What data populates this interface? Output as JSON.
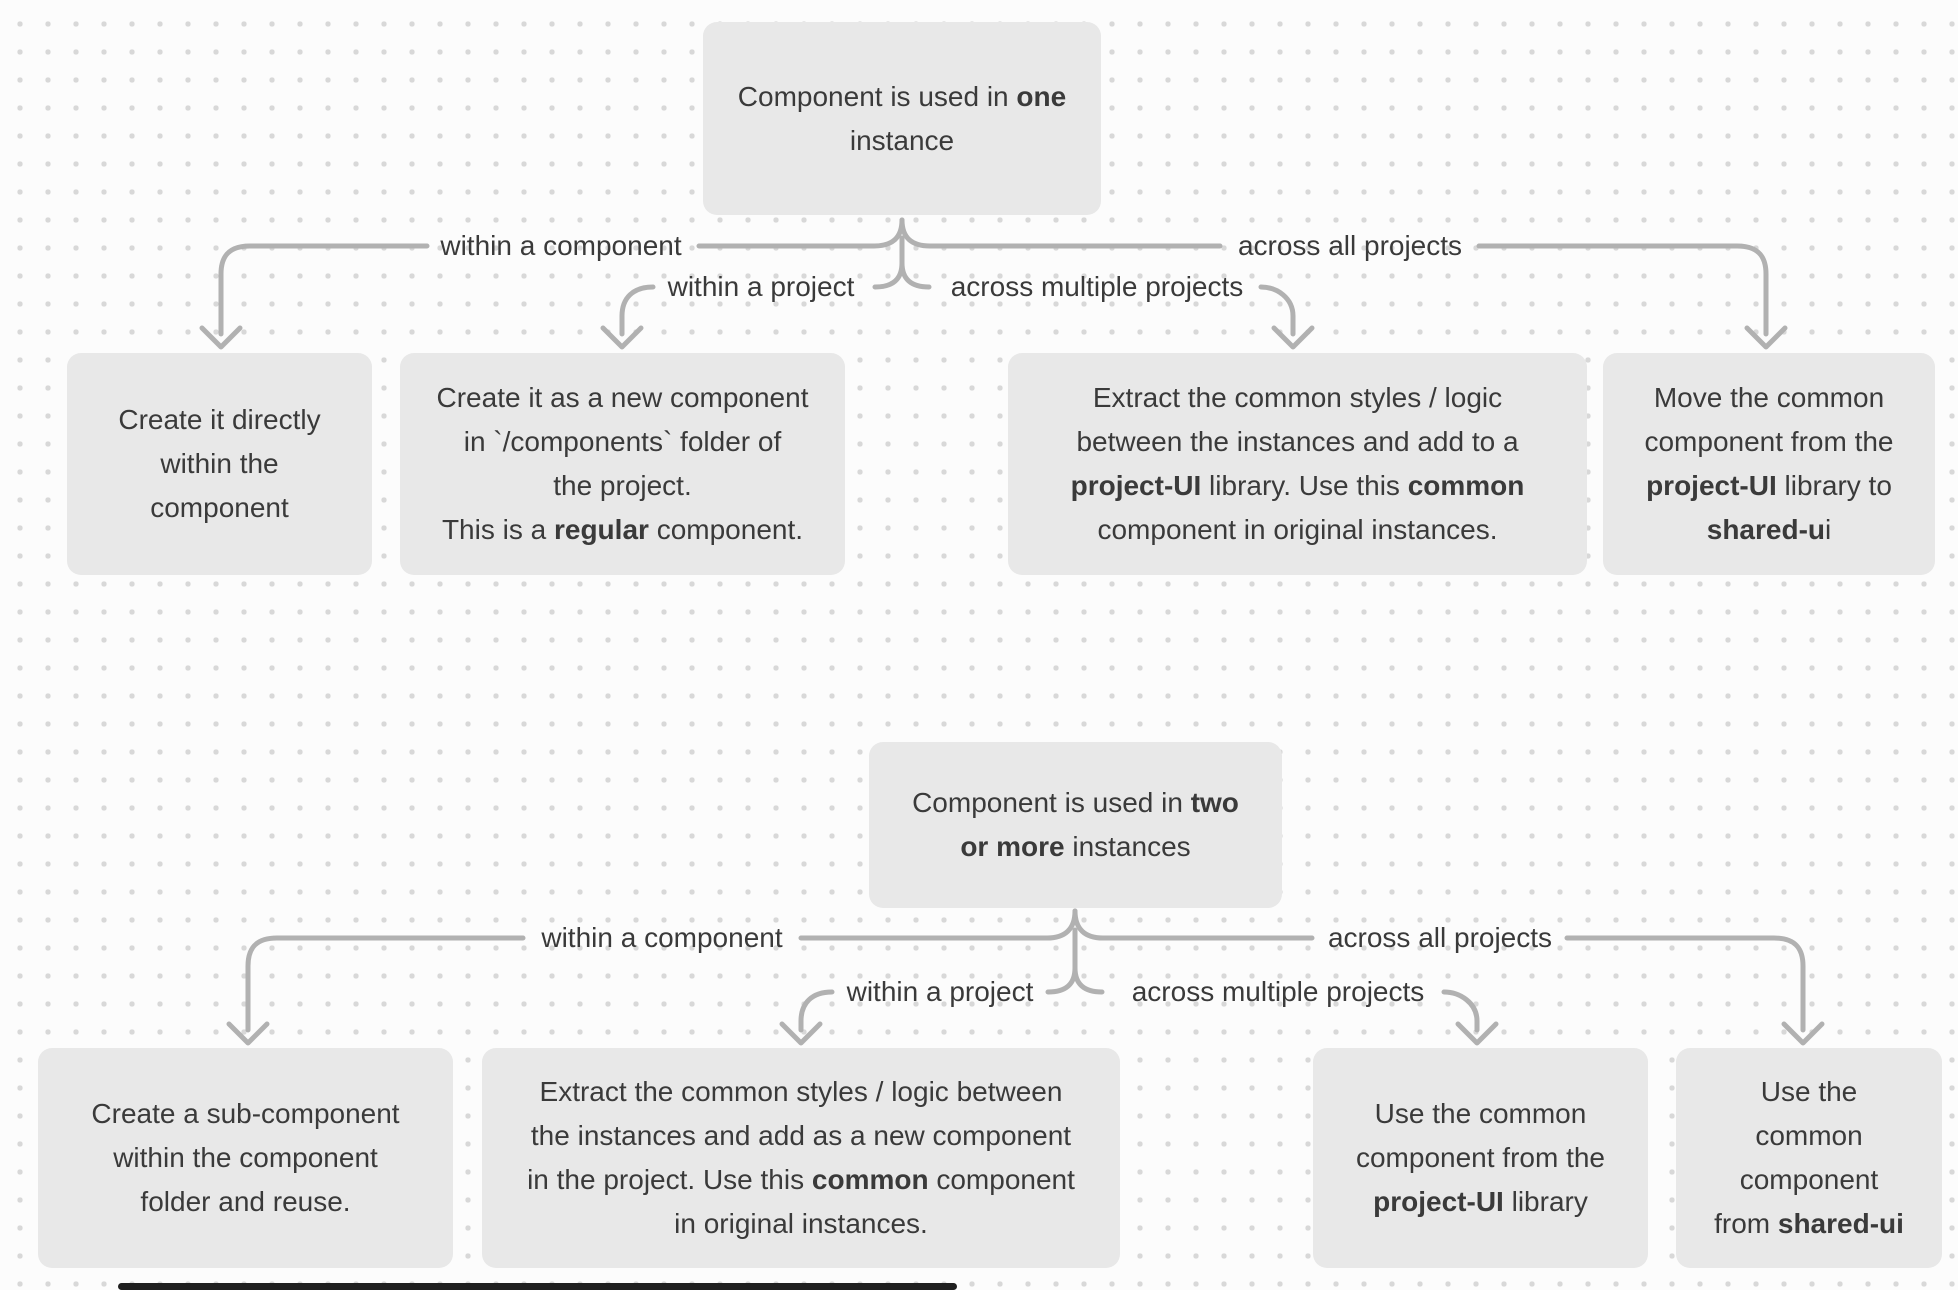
{
  "canvas": {
    "background_color": "#fcfcfc",
    "dot_color": "#d8d8d8",
    "box_fill": "#e8e8e8",
    "text_color": "#3a3a3a",
    "connector_color": "#b1b1b1",
    "scrollbar_color": "#1f1f1f"
  },
  "trees": [
    {
      "name": "component-used-in-one-instance",
      "root_segments": [
        {
          "t": "Component is used in "
        },
        {
          "t": "one",
          "b": true
        },
        {
          "t": "\ninstance"
        }
      ],
      "branches": [
        {
          "label": "within a component",
          "outcome_segments": [
            {
              "t": "Create it directly\nwithin the\ncomponent"
            }
          ]
        },
        {
          "label": "within a project",
          "outcome_segments": [
            {
              "t": "Create it as a new component\nin `/components` folder of\nthe project.\nThis is a "
            },
            {
              "t": "regular",
              "b": true
            },
            {
              "t": " component."
            }
          ]
        },
        {
          "label": "across multiple projects",
          "outcome_segments": [
            {
              "t": "Extract the common styles / logic\nbetween the instances and add to a\n"
            },
            {
              "t": "project-UI",
              "b": true
            },
            {
              "t": " library. Use this "
            },
            {
              "t": "common",
              "b": true
            },
            {
              "t": "\ncomponent in original instances."
            }
          ]
        },
        {
          "label": "across all projects",
          "outcome_segments": [
            {
              "t": "Move the common\ncomponent from the\n"
            },
            {
              "t": "project-UI",
              "b": true
            },
            {
              "t": " library to\n"
            },
            {
              "t": "shared-u",
              "b": true
            },
            {
              "t": "i"
            }
          ]
        }
      ]
    },
    {
      "name": "component-used-in-two-or-more-instances",
      "root_segments": [
        {
          "t": "Component is used in "
        },
        {
          "t": "two",
          "b": true
        },
        {
          "t": "\n"
        },
        {
          "t": "or more",
          "b": true
        },
        {
          "t": " instances"
        }
      ],
      "branches": [
        {
          "label": "within a component",
          "outcome_segments": [
            {
              "t": "Create a sub-component\nwithin the component\nfolder and reuse."
            }
          ]
        },
        {
          "label": "within a project",
          "outcome_segments": [
            {
              "t": "Extract the common styles / logic between\nthe instances and add as a new component\nin the project. Use this "
            },
            {
              "t": "common",
              "b": true
            },
            {
              "t": " component\nin original instances."
            }
          ]
        },
        {
          "label": "across multiple projects",
          "outcome_segments": [
            {
              "t": "Use the common\ncomponent from the\n"
            },
            {
              "t": "project-UI",
              "b": true
            },
            {
              "t": " library"
            }
          ]
        },
        {
          "label": "across all projects",
          "outcome_segments": [
            {
              "t": "Use the\ncommon\ncomponent\nfrom "
            },
            {
              "t": "shared-ui",
              "b": true
            }
          ]
        }
      ]
    }
  ]
}
